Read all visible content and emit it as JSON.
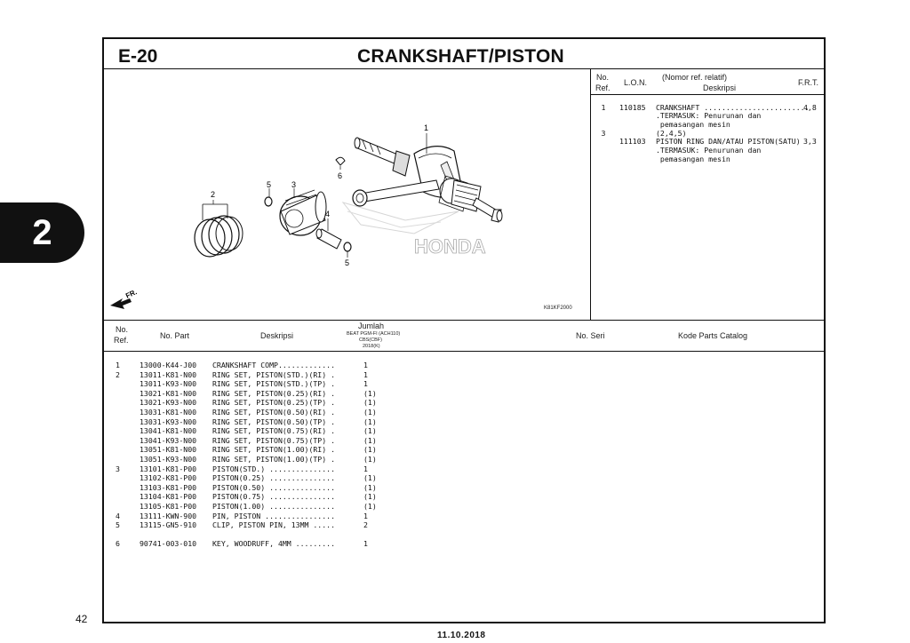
{
  "page": {
    "section_code": "E-20",
    "title": "CRANKSHAFT/PISTON",
    "chapter_tab": "2",
    "page_number": "42",
    "date": "11.10.2018"
  },
  "diagram": {
    "code": "K81KF2000",
    "front_marker": "FR.",
    "watermark": "HONDA",
    "callouts": [
      "1",
      "2",
      "3",
      "4",
      "5",
      "5",
      "6"
    ]
  },
  "ref_table": {
    "headers": {
      "no": "No.",
      "ref": "Ref.",
      "lon": "L.O.N.",
      "nomor": "(Nomor ref. relatif)",
      "deskripsi": "Deskripsi",
      "frt": "F.R.T."
    },
    "rows": [
      {
        "ref": "1",
        "lon": "110185",
        "desc": "CRANKSHAFT ........................",
        "frt": "4,8",
        "notes": [
          ".TERMASUK: Penurunan dan",
          " pemasangan mesin",
          "(2,4,5)"
        ]
      },
      {
        "ref": "3",
        "lon": "111103",
        "desc": "PISTON RING DAN/ATAU PISTON(SATU)",
        "frt": "3,3",
        "notes": [
          ".TERMASUK: Penurunan dan",
          " pemasangan mesin"
        ]
      }
    ]
  },
  "parts_table": {
    "headers": {
      "no": "No.",
      "ref": "Ref.",
      "part": "No. Part",
      "deskripsi": "Deskripsi",
      "jumlah": "Jumlah",
      "model1": "BEAT PGM-FI (ACH110)",
      "model2": "CBS(CBF)",
      "model3": "2018(K)",
      "seri": "No. Seri",
      "kode": "Kode Parts Catalog"
    },
    "rows": [
      {
        "ref": "1",
        "part": "13000-K44-J00",
        "desc": "CRANKSHAFT COMP.............",
        "qty": "1"
      },
      {
        "ref": "2",
        "part": "13011-K81-N00",
        "desc": "RING SET, PISTON(STD.)(RI) .",
        "qty": "1"
      },
      {
        "ref": "",
        "part": "13011-K93-N00",
        "desc": "RING SET, PISTON(STD.)(TP) .",
        "qty": "1"
      },
      {
        "ref": "",
        "part": "13021-K81-N00",
        "desc": "RING SET, PISTON(0.25)(RI) .",
        "qty": "(1)"
      },
      {
        "ref": "",
        "part": "13021-K93-N00",
        "desc": "RING SET, PISTON(0.25)(TP) .",
        "qty": "(1)"
      },
      {
        "ref": "",
        "part": "13031-K81-N00",
        "desc": "RING SET, PISTON(0.50)(RI) .",
        "qty": "(1)"
      },
      {
        "ref": "",
        "part": "13031-K93-N00",
        "desc": "RING SET, PISTON(0.50)(TP) .",
        "qty": "(1)"
      },
      {
        "ref": "",
        "part": "13041-K81-N00",
        "desc": "RING SET, PISTON(0.75)(RI) .",
        "qty": "(1)"
      },
      {
        "ref": "",
        "part": "13041-K93-N00",
        "desc": "RING SET, PISTON(0.75)(TP) .",
        "qty": "(1)"
      },
      {
        "ref": "",
        "part": "13051-K81-N00",
        "desc": "RING SET, PISTON(1.00)(RI) .",
        "qty": "(1)"
      },
      {
        "ref": "",
        "part": "13051-K93-N00",
        "desc": "RING SET, PISTON(1.00)(TP) .",
        "qty": "(1)"
      },
      {
        "ref": "3",
        "part": "13101-K81-P00",
        "desc": "PISTON(STD.) ...............",
        "qty": "1"
      },
      {
        "ref": "",
        "part": "13102-K81-P00",
        "desc": "PISTON(0.25) ...............",
        "qty": "(1)"
      },
      {
        "ref": "",
        "part": "13103-K81-P00",
        "desc": "PISTON(0.50) ...............",
        "qty": "(1)"
      },
      {
        "ref": "",
        "part": "13104-K81-P00",
        "desc": "PISTON(0.75) ...............",
        "qty": "(1)"
      },
      {
        "ref": "",
        "part": "13105-K81-P00",
        "desc": "PISTON(1.00) ...............",
        "qty": "(1)"
      },
      {
        "ref": "4",
        "part": "13111-KWN-900",
        "desc": "PIN, PISTON ................",
        "qty": "1"
      },
      {
        "ref": "5",
        "part": "13115-GN5-910",
        "desc": "CLIP, PISTON PIN, 13MM .....",
        "qty": "2"
      },
      {
        "ref": "6",
        "part": "90741-003-010",
        "desc": "KEY, WOODRUFF, 4MM .........",
        "qty": "1",
        "gap": true
      }
    ]
  }
}
